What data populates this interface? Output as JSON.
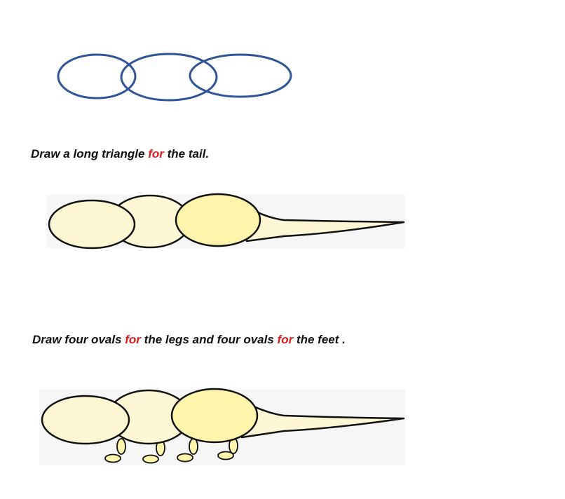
{
  "colors": {
    "outline_blue": "#2f5597",
    "outline_black": "#111111",
    "highlight_red": "#e01b1b",
    "fill_pale": "#fdf6d2",
    "fill_light": "#fef7d6",
    "fill_yellow": "#fef4ab",
    "shadow": "#eeeeee"
  },
  "captions": {
    "tail": {
      "part1": "Draw a long triangle ",
      "highlight": "for",
      "part2": " the tail."
    },
    "legs": {
      "part1": "Draw four ovals ",
      "highlight1": "for",
      "part2": " the legs and four ovals ",
      "highlight2": "for",
      "part3": " the feet ."
    }
  }
}
